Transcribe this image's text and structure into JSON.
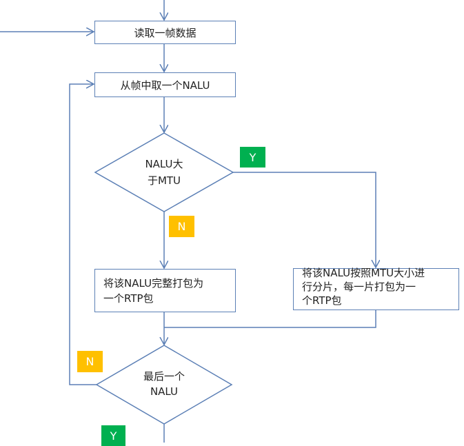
{
  "colors": {
    "line": "#5b7fb5",
    "yes_badge": "#00b050",
    "no_badge": "#ffc000",
    "text": "#222222"
  },
  "nodes": {
    "read_frame": "读取一帧数据",
    "get_nalu": "从帧中取一个NALU",
    "decision_size": [
      "NALU大",
      "于MTU"
    ],
    "pack_whole": [
      "将该NALU完整打包为",
      "一个RTP包"
    ],
    "pack_fragment": [
      "将该NALU按照MTU大小进",
      "行分片，每一片打包为一",
      "个RTP包"
    ],
    "decision_last": [
      "最后一个",
      "NALU"
    ]
  },
  "badges": {
    "size_yes": "Y",
    "size_no": "N",
    "last_no": "N",
    "last_yes": "Y"
  }
}
